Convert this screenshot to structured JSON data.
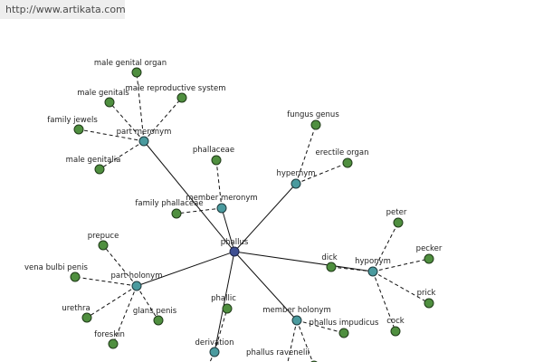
{
  "header": {
    "url": "http://www.artikata.com"
  },
  "colors": {
    "leaf": "#4f8f3f",
    "relation": "#4a9a9e",
    "center": "#3e4f92"
  },
  "center": {
    "id": "phallus",
    "label": "phallus"
  },
  "relations": [
    {
      "id": "part-meronym",
      "label": "part meronym"
    },
    {
      "id": "hypernym",
      "label": "hypernym"
    },
    {
      "id": "member-meronym",
      "label": "member meronym"
    },
    {
      "id": "part-holonym",
      "label": "part holonym"
    },
    {
      "id": "hyponym",
      "label": "hyponym"
    },
    {
      "id": "member-holonym",
      "label": "member holonym"
    },
    {
      "id": "derivation",
      "label": "derivation"
    }
  ],
  "leaves": [
    {
      "id": "male-genital-organ",
      "label": "male genital organ",
      "parent": "part-meronym"
    },
    {
      "id": "male-genitals",
      "label": "male genitals",
      "parent": "part-meronym"
    },
    {
      "id": "male-reproductive-system",
      "label": "male reproductive system",
      "parent": "part-meronym"
    },
    {
      "id": "family-jewels",
      "label": "family jewels",
      "parent": "part-meronym"
    },
    {
      "id": "male-genitalia",
      "label": "male genitalia",
      "parent": "part-meronym"
    },
    {
      "id": "fungus-genus",
      "label": "fungus genus",
      "parent": "hypernym"
    },
    {
      "id": "erectile-organ",
      "label": "erectile organ",
      "parent": "hypernym"
    },
    {
      "id": "phallaceae",
      "label": "phallaceae",
      "parent": "member-meronym"
    },
    {
      "id": "family-phallaceae",
      "label": "family phallaceae",
      "parent": "member-meronym"
    },
    {
      "id": "prepuce",
      "label": "prepuce",
      "parent": "part-holonym"
    },
    {
      "id": "vena-bulbi-penis",
      "label": "vena bulbi penis",
      "parent": "part-holonym"
    },
    {
      "id": "urethra",
      "label": "urethra",
      "parent": "part-holonym"
    },
    {
      "id": "glans-penis",
      "label": "glans penis",
      "parent": "part-holonym"
    },
    {
      "id": "foreskin",
      "label": "foreskin",
      "parent": "part-holonym"
    },
    {
      "id": "peter",
      "label": "peter",
      "parent": "hyponym"
    },
    {
      "id": "pecker",
      "label": "pecker",
      "parent": "hyponym"
    },
    {
      "id": "dick",
      "label": "dick",
      "parent": "hyponym"
    },
    {
      "id": "prick",
      "label": "prick",
      "parent": "hyponym"
    },
    {
      "id": "cock",
      "label": "cock",
      "parent": "hyponym"
    },
    {
      "id": "phallus-impudicus",
      "label": "phallus impudicus",
      "parent": "member-holonym"
    },
    {
      "id": "phallus-ravenelii",
      "label": "phallus ravenelii",
      "parent": "member-holonym"
    },
    {
      "id": "phallic",
      "label": "phallic",
      "parent": "derivation"
    }
  ]
}
